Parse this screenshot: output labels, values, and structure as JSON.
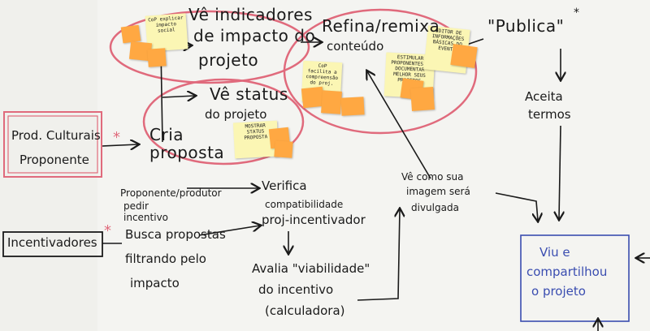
{
  "labels": {
    "ve_indicadores": "Vê indicadores",
    "de_impacto": "de impacto do",
    "projeto1": "projeto",
    "refina": "Refina/remixa",
    "conteudo": "conteúdo",
    "publica": "\"Publica\"",
    "ve_status": "Vê status",
    "do_projeto": "do projeto",
    "prod1": "Prod. Culturais",
    "prod2": "Proponente",
    "cria": "Cria",
    "proposta": "proposta",
    "aceita": "Aceita",
    "termos": "termos",
    "proponente_produtor": "Proponente/produtor",
    "pedir": "pedir",
    "incentivo": "incentivo",
    "verifica": "Verifica",
    "compat": "compatibilidade",
    "proj_incent": "proj-incentivador",
    "ve_como": "Vê como sua",
    "imagem": "imagem será",
    "divulgada": "divulgada",
    "incentivadores": "Incentivadores",
    "busca": "Busca propostas",
    "filtrando": "filtrando pelo",
    "impacto": "impacto",
    "avalia": "Avalia \"viabilidade\"",
    "do_incentivo": "do incentivo",
    "calculadora": "(calculadora)",
    "viu1": "Viu e",
    "viu2": "compartilhou",
    "viu3": "o projeto"
  },
  "notes": {
    "cop_explicar": "CoP explicar impacto social",
    "cop_facilita": "CoP facilita a compreensão do proj.",
    "estimular": "ESTIMULAR PROPONENTES A DOCUMENTAR MELHOR SEUS PROJETOS",
    "editor": "EDITOR DE INFORMAÇÕES BÁSICAS DO EVENTO",
    "mostrar": "MOSTRAR STATUS PROPOSTA"
  },
  "colors": {
    "ink": "#1a1a1a",
    "pink": "#e06a7c",
    "blue": "#3a4db0",
    "sticky": "#fbf6b4",
    "orange": "#ffa842"
  }
}
